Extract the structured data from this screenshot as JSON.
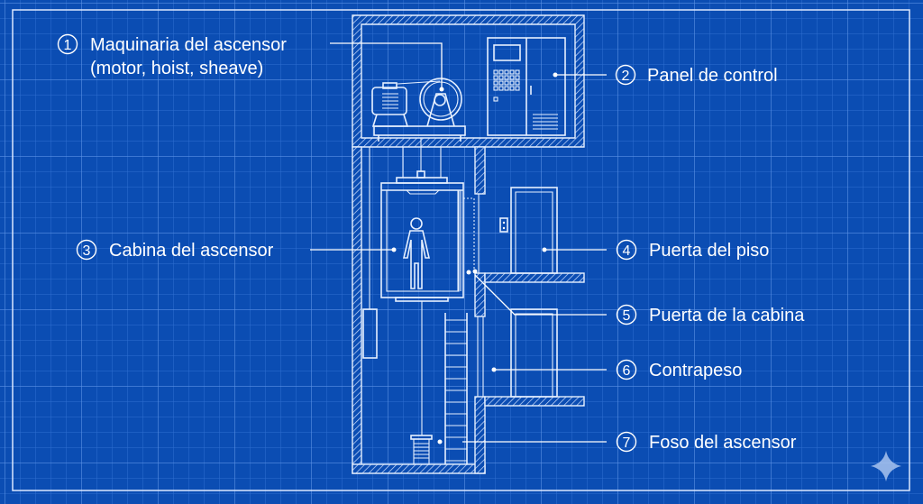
{
  "colors": {
    "background": "#0b4db3",
    "line": "#e6f0ff",
    "grid": "#3b78d8"
  },
  "callouts": [
    {
      "number": "1",
      "label": "Maquinaria del ascensor",
      "label_line2": "(motor, hoist, sheave)"
    },
    {
      "number": "2",
      "label": "Panel de control"
    },
    {
      "number": "3",
      "label": "Cabina del ascensor"
    },
    {
      "number": "4",
      "label": "Puerta del piso"
    },
    {
      "number": "5",
      "label": "Puerta de la cabina"
    },
    {
      "number": "6",
      "label": "Contrapeso"
    },
    {
      "number": "7",
      "label": "Foso del ascensor"
    }
  ],
  "watermark_icon": "sparkle-icon"
}
